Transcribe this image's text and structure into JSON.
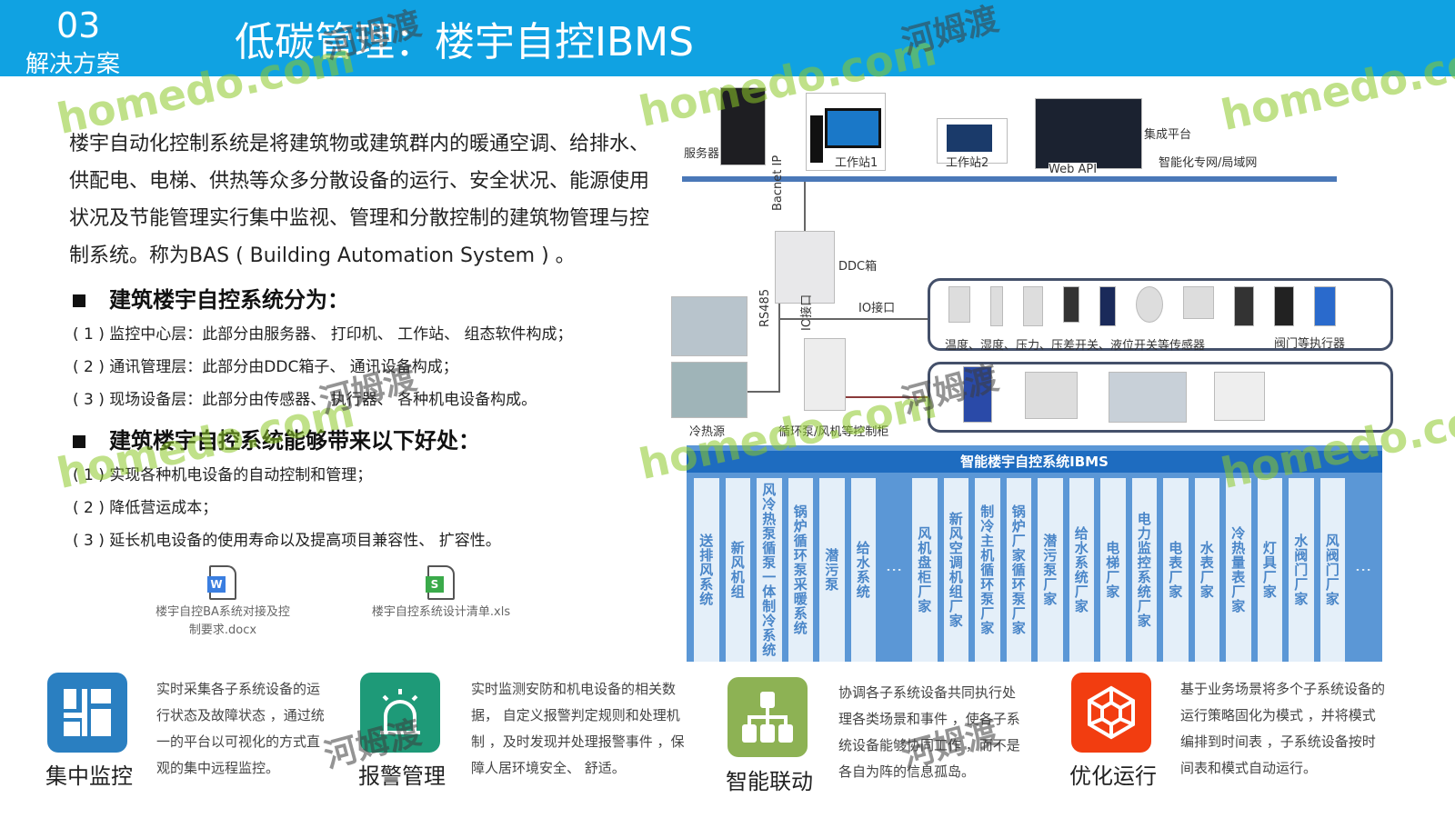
{
  "header": {
    "number": "03",
    "section": "解决方案",
    "title": "低碳管理：楼宇自控IBMS"
  },
  "intro": "楼宇自动化控制系统是将建筑物或建筑群内的暖通空调、给排水、供配电、电梯、供热等众多分散设备的运行、安全状况、能源使用状况及节能管理实行集中监视、管理和分散控制的建筑物管理与控制系统。称为BAS ( Building Automation System ) 。",
  "layers": {
    "heading": "建筑楼宇自控系统分为：",
    "items": [
      "( 1 ) 监控中心层：此部分由服务器、 打印机、 工作站、 组态软件构成；",
      "( 2 ) 通讯管理层：此部分由DDC箱子、 通讯设备构成；",
      "( 3 ) 现场设备层：此部分由传感器、 执行器、 各种机电设备构成。"
    ]
  },
  "benefits": {
    "heading": "建筑楼宇自控系统能够带来以下好处：",
    "items": [
      "( 1 ) 实现各种机电设备的自动控制和管理；",
      "( 2 ) 降低营运成本；",
      "( 3 ) 延长机电设备的使用寿命以及提高项目兼容性、 扩容性。"
    ]
  },
  "files": [
    {
      "icon": "W",
      "name": "楼宇自控BA系统对接及控制要求.docx"
    },
    {
      "icon": "S",
      "name": "楼宇自控系统设计清单.xls"
    }
  ],
  "diagram": {
    "server": "服务器",
    "ws1": "工作站1",
    "ws2": "工作站2",
    "platform": "集成平台",
    "webapi": "Web API",
    "network": "智能化专网/局域网",
    "bacnet": "Bacnet IP",
    "ddc": "DDC箱",
    "rs485": "RS485",
    "io1": "IO接口",
    "io2": "IO接口",
    "sensors": "温度、湿度、压力、压差开关、液位开关等传感器",
    "actuators": "阀门等执行器",
    "source": "冷热源",
    "cabinet": "循环泵/风机等控制柜"
  },
  "ibms": {
    "title": "智能楼宇自控系统IBMS",
    "left": [
      "送排风系统",
      "新风机组",
      "风冷热泵循泵一体制冷系统",
      "锅炉循环泵采暖系统",
      "潜污泵",
      "给水系统"
    ],
    "right": [
      "风机盘柜厂家",
      "新风空调机组厂家",
      "制冷主机循环泵厂家",
      "锅炉厂家循环泵厂家",
      "潜污泵厂家",
      "给水系统厂家",
      "电梯厂家",
      "电力监控系统厂家",
      "电表厂家",
      "水表厂家",
      "冷热量表厂家",
      "灯具厂家",
      "水阀门厂家",
      "风阀门厂家"
    ],
    "more": "⋮"
  },
  "features": [
    {
      "label": "集中监控",
      "desc": "实时采集各子系统设备的运行状态及故障状态 ，通过统一的平台以可视化的方式直观的集中远程监控。",
      "color": "#2a7fc1"
    },
    {
      "label": "报警管理",
      "desc": "实时监测安防和机电设备的相关数据， 自定义报警判定规则和处理机制 ，及时发现并处理报警事件 ，保障人居环境安全、 舒适。",
      "color": "#1e9a78"
    },
    {
      "label": "智能联动",
      "desc": "协调各子系统设备共同执行处理各类场景和事件 ，使各子系统设备能够协同工作 ，而不是各自为阵的信息孤岛。",
      "color": "#8db254"
    },
    {
      "label": "优化运行",
      "desc": "基于业务场景将多个子系统设备的运行策略固化为模式 ，并将模式编排到时间表 ，子系统设备按时间表和模式自动运行。",
      "color": "#f23d10"
    }
  ],
  "watermark": {
    "site": "homedo.com",
    "brand": "河姆渡"
  }
}
